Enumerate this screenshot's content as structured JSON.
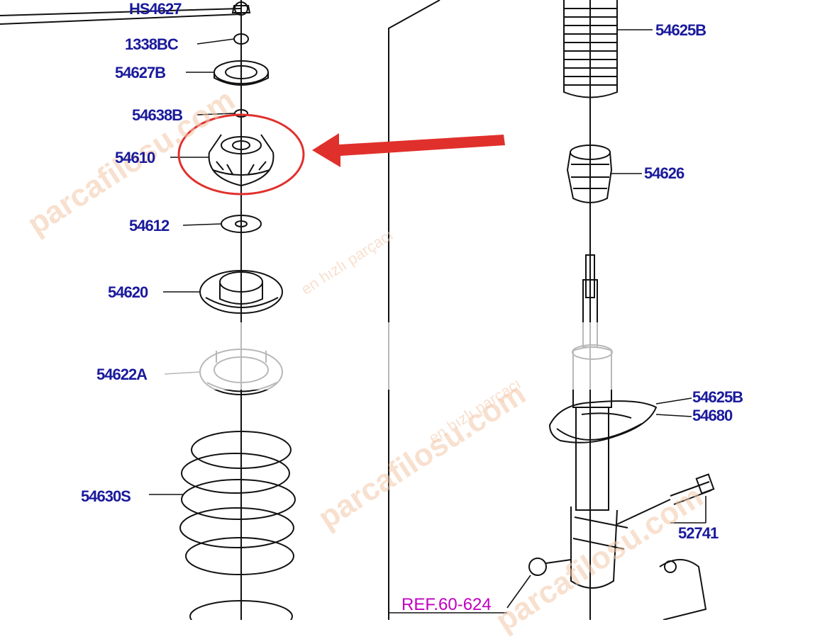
{
  "labels": {
    "top_left": "HS4627",
    "p1": "1338BC",
    "p2": "54627B",
    "p3": "54638B",
    "p4": "54610",
    "p5": "54612",
    "p6": "54620",
    "p7": "54622A",
    "p8": "54630S",
    "r1": "54625B",
    "r2": "54626",
    "r3": "54625B",
    "r4": "54680",
    "r5": "52741"
  },
  "reference": "REF.60-624",
  "watermarks": {
    "brand": "parcafilosu.com",
    "tagline": "en hızlı parçacı"
  },
  "colors": {
    "label": "#1a1a9c",
    "reference": "#c000c0",
    "highlight": "#e0302c",
    "line": "#111111",
    "watermark": "#f3c8a8"
  },
  "highlight": {
    "arrow_target": "54610",
    "shape": "ellipse"
  }
}
